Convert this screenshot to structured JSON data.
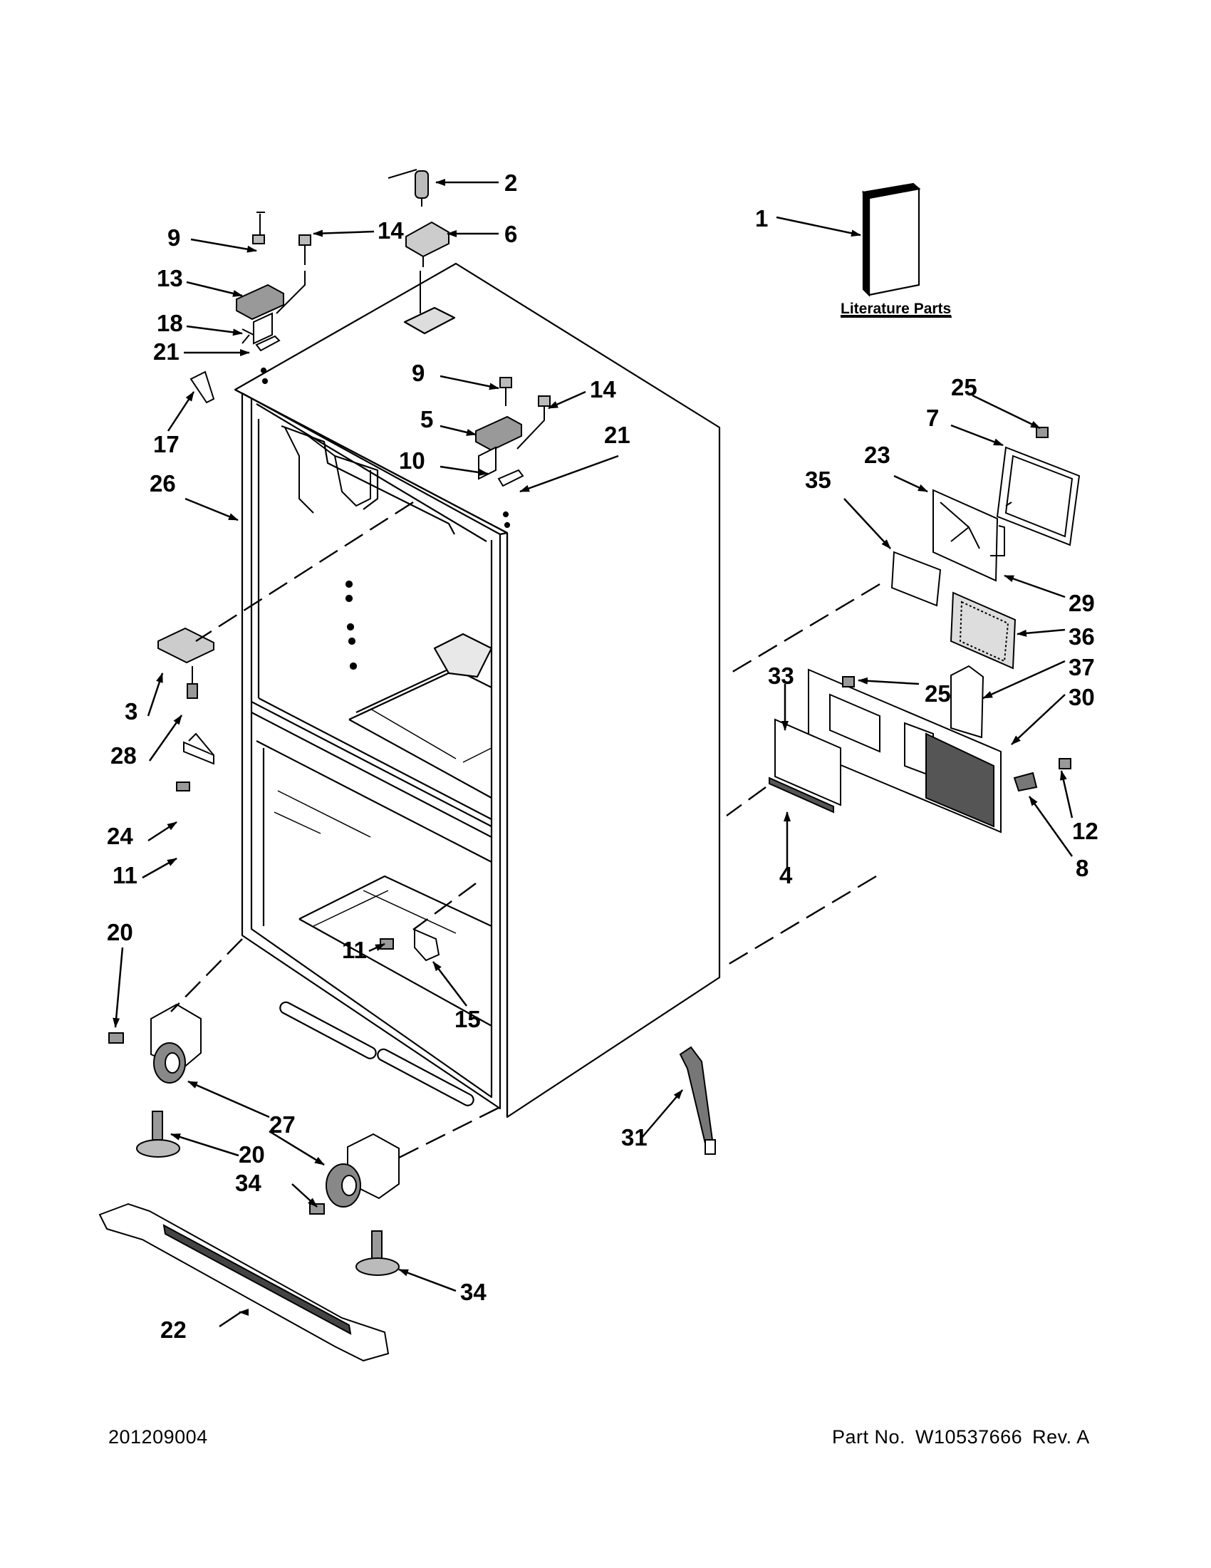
{
  "literature_label": "Literature Parts",
  "callouts": [
    "1",
    "2",
    "6",
    "9",
    "14",
    "13",
    "18",
    "21",
    "17",
    "26",
    "9",
    "14",
    "5",
    "21",
    "10",
    "3",
    "28",
    "24",
    "11",
    "20",
    "11",
    "15",
    "27",
    "20",
    "34",
    "34",
    "22",
    "31",
    "25",
    "7",
    "23",
    "35",
    "29",
    "36",
    "37",
    "30",
    "33",
    "25",
    "12",
    "8",
    "4"
  ],
  "footer": {
    "date_code": "201209004",
    "part_label": "Part No.",
    "part_number": "W10537666",
    "revision": "Rev. A"
  },
  "colors": {
    "ink": "#000000",
    "paper": "#ffffff",
    "shade": "#9a9a9a"
  }
}
